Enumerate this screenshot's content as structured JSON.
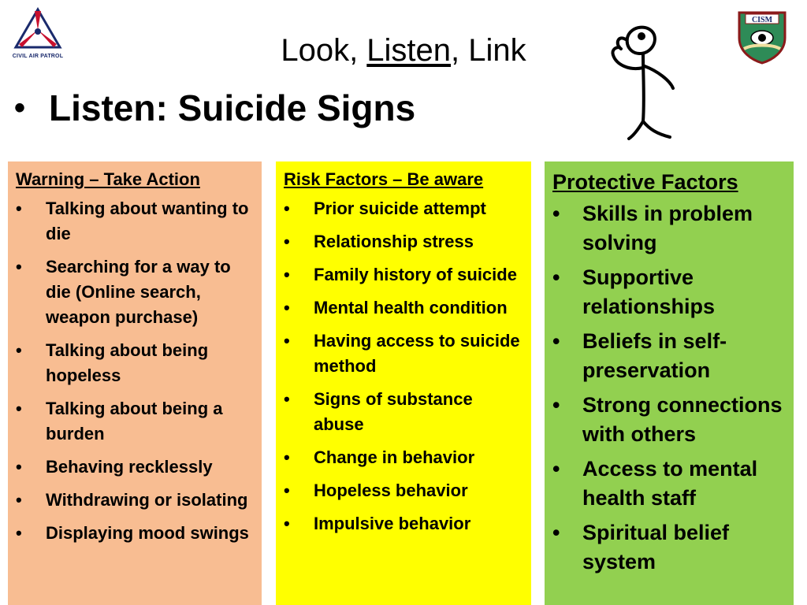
{
  "header": {
    "title_part1": "Look, ",
    "title_part2": "Listen",
    "title_part3": ", Link",
    "left_logo_text": "CIVIL AIR PATROL",
    "right_logo_text": "CISM"
  },
  "heading": {
    "bullet": "•",
    "text": "Listen: Suicide Signs"
  },
  "columns": [
    {
      "title": "Warning  – Take Action",
      "color": "#f8bd92",
      "items": [
        "Talking about wanting to die",
        "Searching for a way to die (Online search, weapon purchase)",
        "Talking about being hopeless",
        "Talking about being a burden",
        "Behaving recklessly",
        "Withdrawing or isolating",
        "Displaying mood swings"
      ]
    },
    {
      "title": "Risk Factors – Be aware",
      "color": "#ffff00",
      "items": [
        "Prior suicide attempt",
        "Relationship stress",
        "Family history of suicide",
        "Mental health condition",
        "Having access to suicide method",
        "Signs of substance abuse",
        "Change in behavior",
        "Hopeless behavior",
        "Impulsive behavior"
      ]
    },
    {
      "title": "Protective Factors",
      "color": "#92d050",
      "items": [
        "Skills in problem solving",
        "Supportive relationships",
        "Beliefs in self-preservation",
        "Strong connections with others",
        "Access to mental health staff",
        "Spiritual belief system"
      ]
    }
  ],
  "bullet_glyph": "•"
}
